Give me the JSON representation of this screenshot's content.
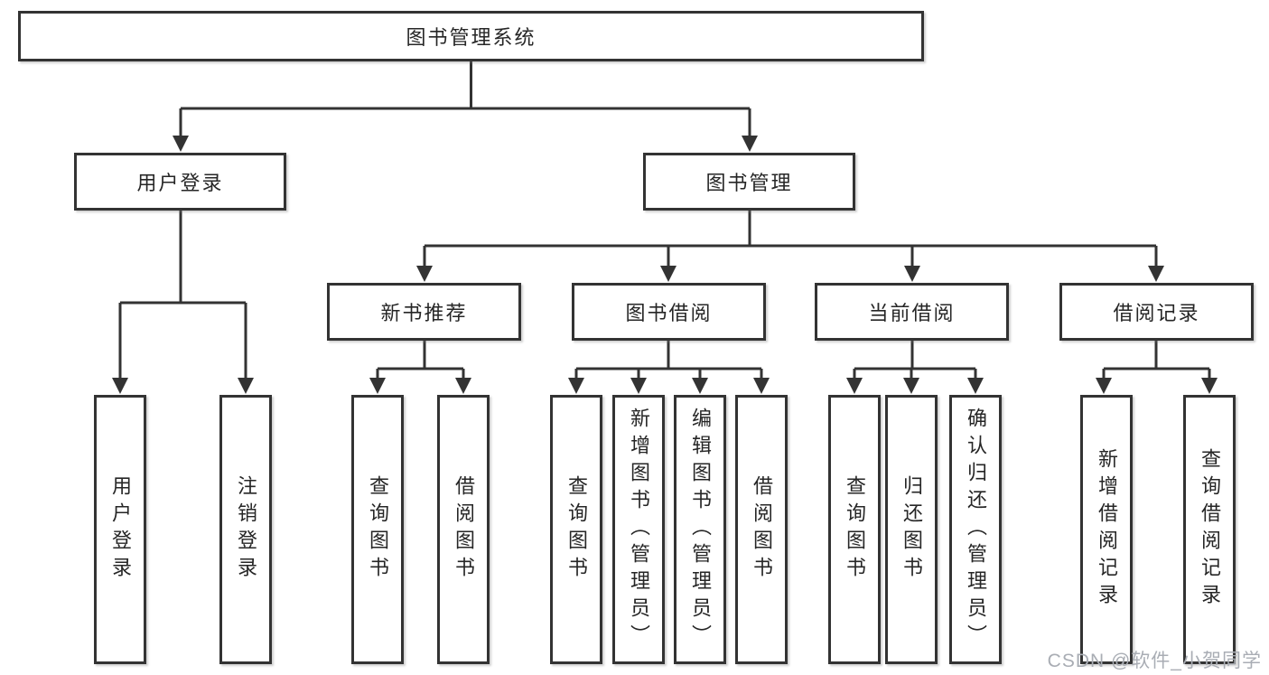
{
  "root": {
    "label": "图书管理系统"
  },
  "branches": [
    {
      "label": "用户登录",
      "children": [
        {
          "label": "用户登录"
        },
        {
          "label": "注销登录"
        }
      ]
    },
    {
      "label": "图书管理",
      "children": [
        {
          "label": "新书推荐",
          "children": [
            {
              "label": "查询图书"
            },
            {
              "label": "借阅图书"
            }
          ]
        },
        {
          "label": "图书借阅",
          "children": [
            {
              "label": "查询图书"
            },
            {
              "label": "新增图书（管理员）"
            },
            {
              "label": "编辑图书（管理员）"
            },
            {
              "label": "借阅图书"
            }
          ]
        },
        {
          "label": "当前借阅",
          "children": [
            {
              "label": "查询图书"
            },
            {
              "label": "归还图书"
            },
            {
              "label": "确认归还（管理员）"
            }
          ]
        },
        {
          "label": "借阅记录",
          "children": [
            {
              "label": "新增借阅记录"
            },
            {
              "label": "查询借阅记录"
            }
          ]
        }
      ]
    }
  ],
  "watermark": "CSDN @软件_小贺同学",
  "colors": {
    "line": "#333333",
    "text": "#262626",
    "watermark": "#a9adb4",
    "background": "#ffffff"
  }
}
